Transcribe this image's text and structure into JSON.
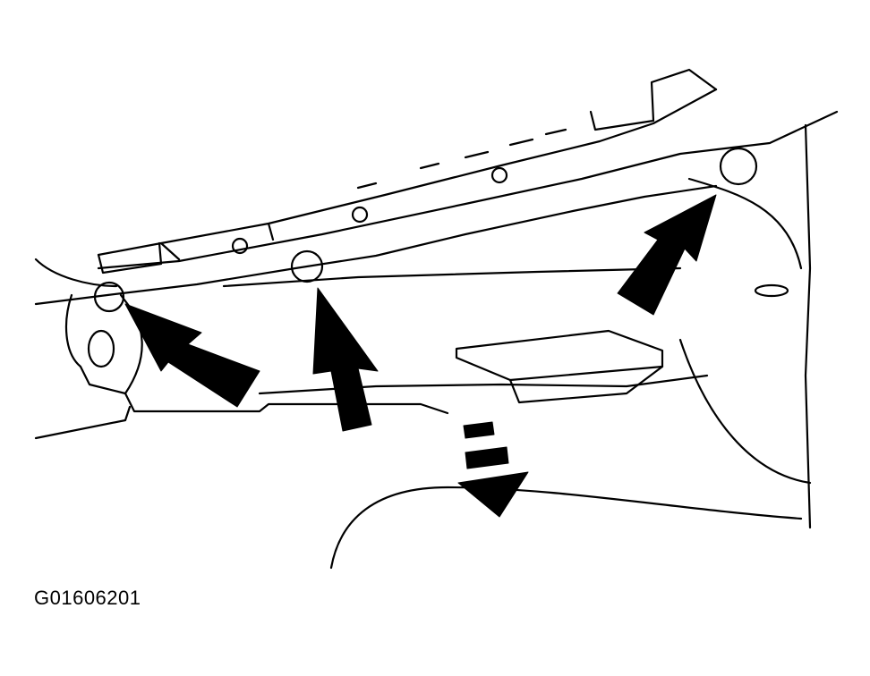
{
  "figure": {
    "caption_code": "G01606201",
    "callouts": [
      {
        "id": "left-fastener-arrow"
      },
      {
        "id": "center-fastener-arrow"
      },
      {
        "id": "right-fastener-arrow"
      },
      {
        "id": "removal-direction-arrow"
      }
    ]
  }
}
